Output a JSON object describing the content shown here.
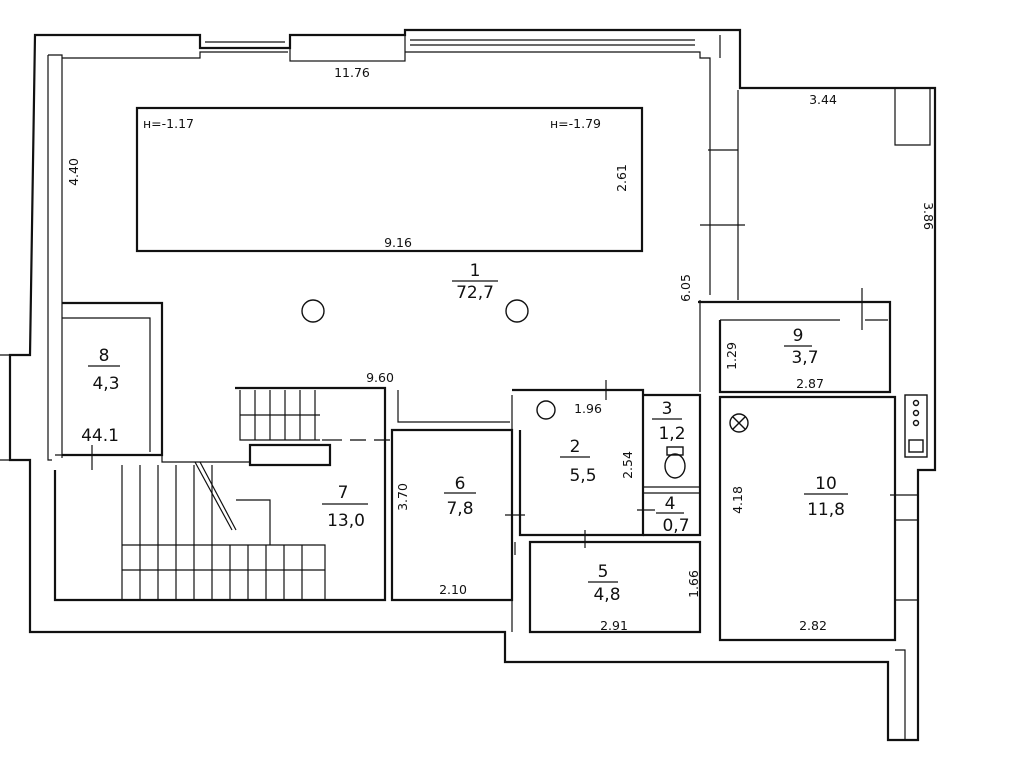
{
  "rooms": [
    {
      "id": "room-1",
      "number": "1",
      "area": "72,7"
    },
    {
      "id": "room-2",
      "number": "2",
      "area": "5,5"
    },
    {
      "id": "room-3",
      "number": "3",
      "area": "1,2"
    },
    {
      "id": "room-4",
      "number": "4",
      "area": "0,7"
    },
    {
      "id": "room-5",
      "number": "5",
      "area": "4,8"
    },
    {
      "id": "room-6",
      "number": "6",
      "area": "7,8"
    },
    {
      "id": "room-7",
      "number": "7",
      "area": "13,0"
    },
    {
      "id": "room-8",
      "number": "8",
      "area": "4,3"
    },
    {
      "id": "room-9",
      "number": "9",
      "area": "3,7"
    },
    {
      "id": "room-10",
      "number": "10",
      "area": "11,8"
    }
  ],
  "dimensions": {
    "top_width": "11.76",
    "left_height": "4.40",
    "pool_width": "9.16",
    "pool_height": "2.61",
    "hall_depth": "6.05",
    "hall_width": "9.60",
    "corner_room_width": "3.44",
    "corner_room_height": "3.86",
    "room9_height": "1.29",
    "room9_width": "2.87",
    "room2_width": "1.96",
    "room2_height": "2.54",
    "room10_height": "4.18",
    "room10_width": "2.82",
    "room6_height": "3.70",
    "room6_width": "2.10",
    "room5_width": "2.91",
    "room5_height": "1.66",
    "room8_width": "44.1"
  },
  "elevations": {
    "left": "н=-1.17",
    "right": "н=-1.79"
  }
}
